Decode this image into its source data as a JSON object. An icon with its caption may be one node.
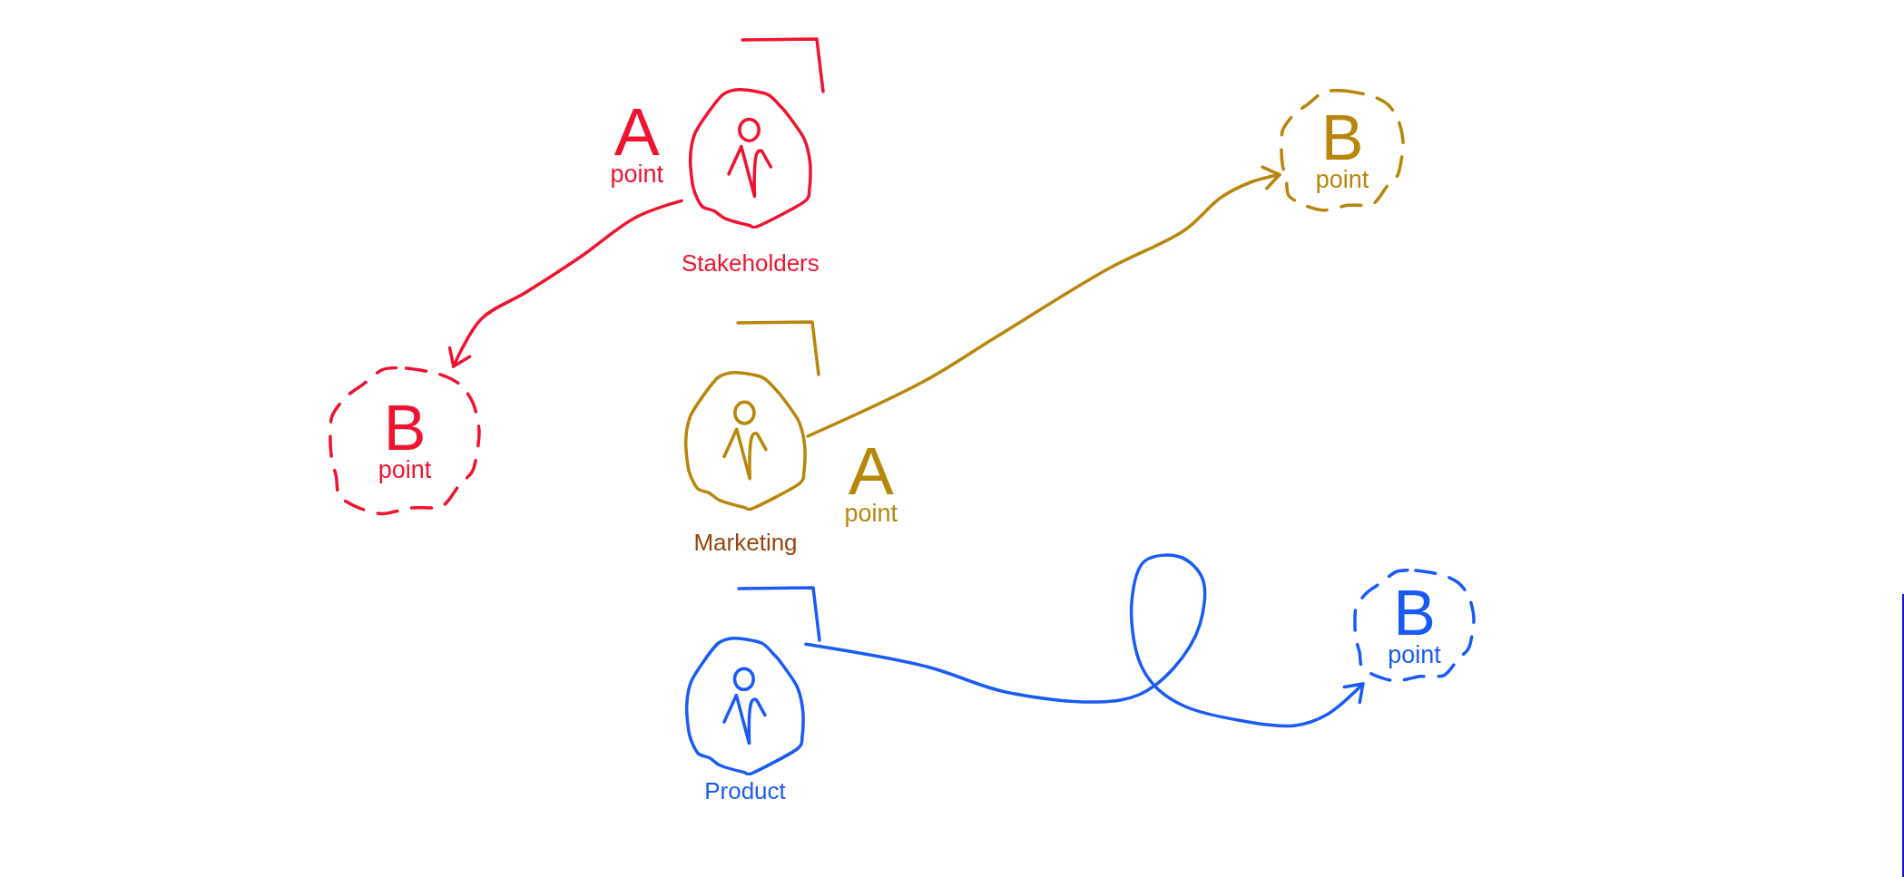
{
  "diagram": {
    "nodes": [
      {
        "text": [
          "Stakeholders"
        ],
        "beside": [
          "A",
          "point"
        ]
      },
      {
        "text": [
          "B",
          "point"
        ]
      },
      {
        "text": [
          "B",
          "point"
        ]
      },
      {
        "text": [
          "Marketing"
        ],
        "beside": [
          "A",
          "point"
        ]
      },
      {
        "text": [
          "Product"
        ]
      },
      {
        "text": [
          "B",
          "point"
        ]
      }
    ],
    "edges": [
      {
        "from": 0,
        "to": 2,
        "arrow": "to",
        "color": "#f0132f"
      },
      {
        "from": 3,
        "to": 1,
        "arrow": "to",
        "color": "#b7860b"
      },
      {
        "from": 4,
        "to": 5,
        "arrow": "to",
        "color": "#1a5af5"
      }
    ]
  }
}
